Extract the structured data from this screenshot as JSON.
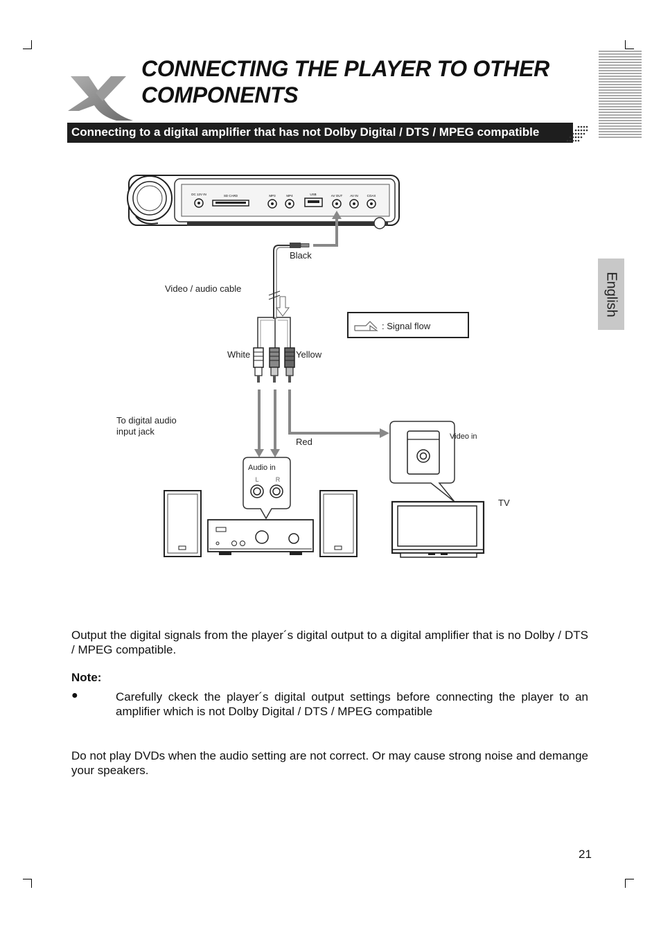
{
  "header": {
    "title": "CONNECTING THE PLAYER TO OTHER COMPONENTS",
    "banner": "Connecting to a digital amplifier that has not Dolby Digital / DTS / MPEG compatible",
    "language_tab": "English"
  },
  "diagram": {
    "player_ports": [
      "DC 12V IN",
      "SD CARD",
      "MP3",
      "MP4",
      "USB",
      "AV OUT",
      "AV IN",
      "COAX"
    ],
    "labels": {
      "black": "Black",
      "cable": "Video / audio cable",
      "white": "White",
      "yellow": "Yellow",
      "signal_flow": ": Signal flow",
      "to_digital": "To digital audio",
      "input_jack": "input jack",
      "red": "Red",
      "video_in": "Video in",
      "audio_in": "Audio in",
      "left": "L",
      "right": "R",
      "tv": "TV"
    }
  },
  "body": {
    "para1": "Output the digital signals from the player´s digital output to a digital amplifier that is no Dolby / DTS / MPEG compatible.",
    "note_label": "Note:",
    "bullet": "●",
    "bullet_text": "Carefully ckeck the player´s digital output settings before connecting the player to an amplifier which is not Dolby Digital / DTS / MPEG compatible",
    "para2": "Do not play DVDs  when the audio setting are not correct. Or may cause strong noise and demange your speakers."
  },
  "page_number": "21"
}
